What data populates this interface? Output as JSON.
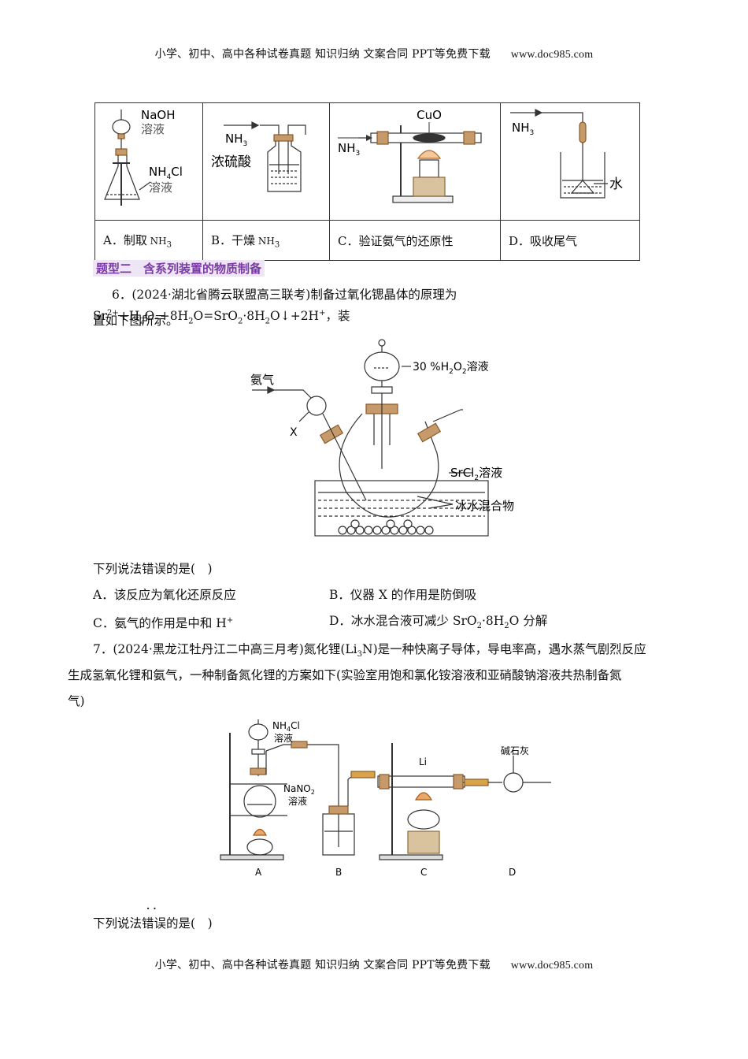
{
  "header": {
    "left": "小学、初中、高中各种试卷真题 知识归纳 文案合同 PPT等免费下载",
    "right": "www.doc985.com"
  },
  "footer": {
    "left": "小学、初中、高中各种试卷真题 知识归纳 文案合同 PPT等免费下载",
    "right": "www.doc985.com"
  },
  "table": {
    "fig1": {
      "naoh": "NaOH",
      "naoh_sol": "溶液",
      "nh4cl_sol": "溶液"
    },
    "fig2": {
      "acid": "浓硫酸"
    },
    "fig3": {
      "cuo": "CuO"
    },
    "fig4": {
      "water": "水"
    },
    "labels": [
      "A．制取",
      "B．干燥",
      "C．验证氨气的还原性",
      "D．吸收尾气"
    ]
  },
  "section": "题型二　含系列装置的物质制备",
  "q6": {
    "line1_a": "6．(2024·湖北省腾云联盟高三联考)制备过氧化锶晶体的原理为 Sr",
    "line1_b": "+H",
    "line1_c": "O",
    "line1_d": "+8H",
    "line1_e": "O=SrO",
    "line1_f": "·8H",
    "line1_g": "O↓+2H",
    "line1_h": "，装",
    "line2": "置如下图所示。",
    "fig": {
      "ammonia": "氨气",
      "x": "X",
      "h2o2_a": "30 %H",
      "h2o2_b": "O",
      "h2o2_c": "溶液",
      "srcl2_a": "SrCl",
      "srcl2_b": "溶液",
      "ice": "冰水混合物"
    },
    "stem": "下列说法错误的是(　)",
    "A": "A．该反应为氧化还原反应",
    "B": "B．仪器 X 的作用是防倒吸",
    "C": "C．氨气的作用是中和 H",
    "D_a": "D．冰水混合液可减少 SrO",
    "D_b": "·8H",
    "D_c": "O 分解"
  },
  "q7": {
    "line1": "7．(2024·黑龙江牡丹江二中高三月考)氮化锂(Li",
    "line1_b": "N)是一种快离子导体，导电率高，遇水蒸气剧烈反应",
    "line2": "生成氢氧化锂和氨气，一种制备氮化锂的方案如下(实验室用饱和氯化铵溶液和亚硝酸钠溶液共热制备氮",
    "line3": "气)",
    "fig": {
      "nh4cl": "NH",
      "nh4cl_b": "Cl",
      "sol1": "溶液",
      "nano2": "NaNO",
      "sol2": "溶液",
      "li": "Li",
      "soda": "碱石灰",
      "A": "A",
      "B": "B",
      "C": "C",
      "D": "D"
    },
    "stem_a": "下列说法",
    "stem_b": "错误",
    "stem_c": "的是(　)"
  }
}
